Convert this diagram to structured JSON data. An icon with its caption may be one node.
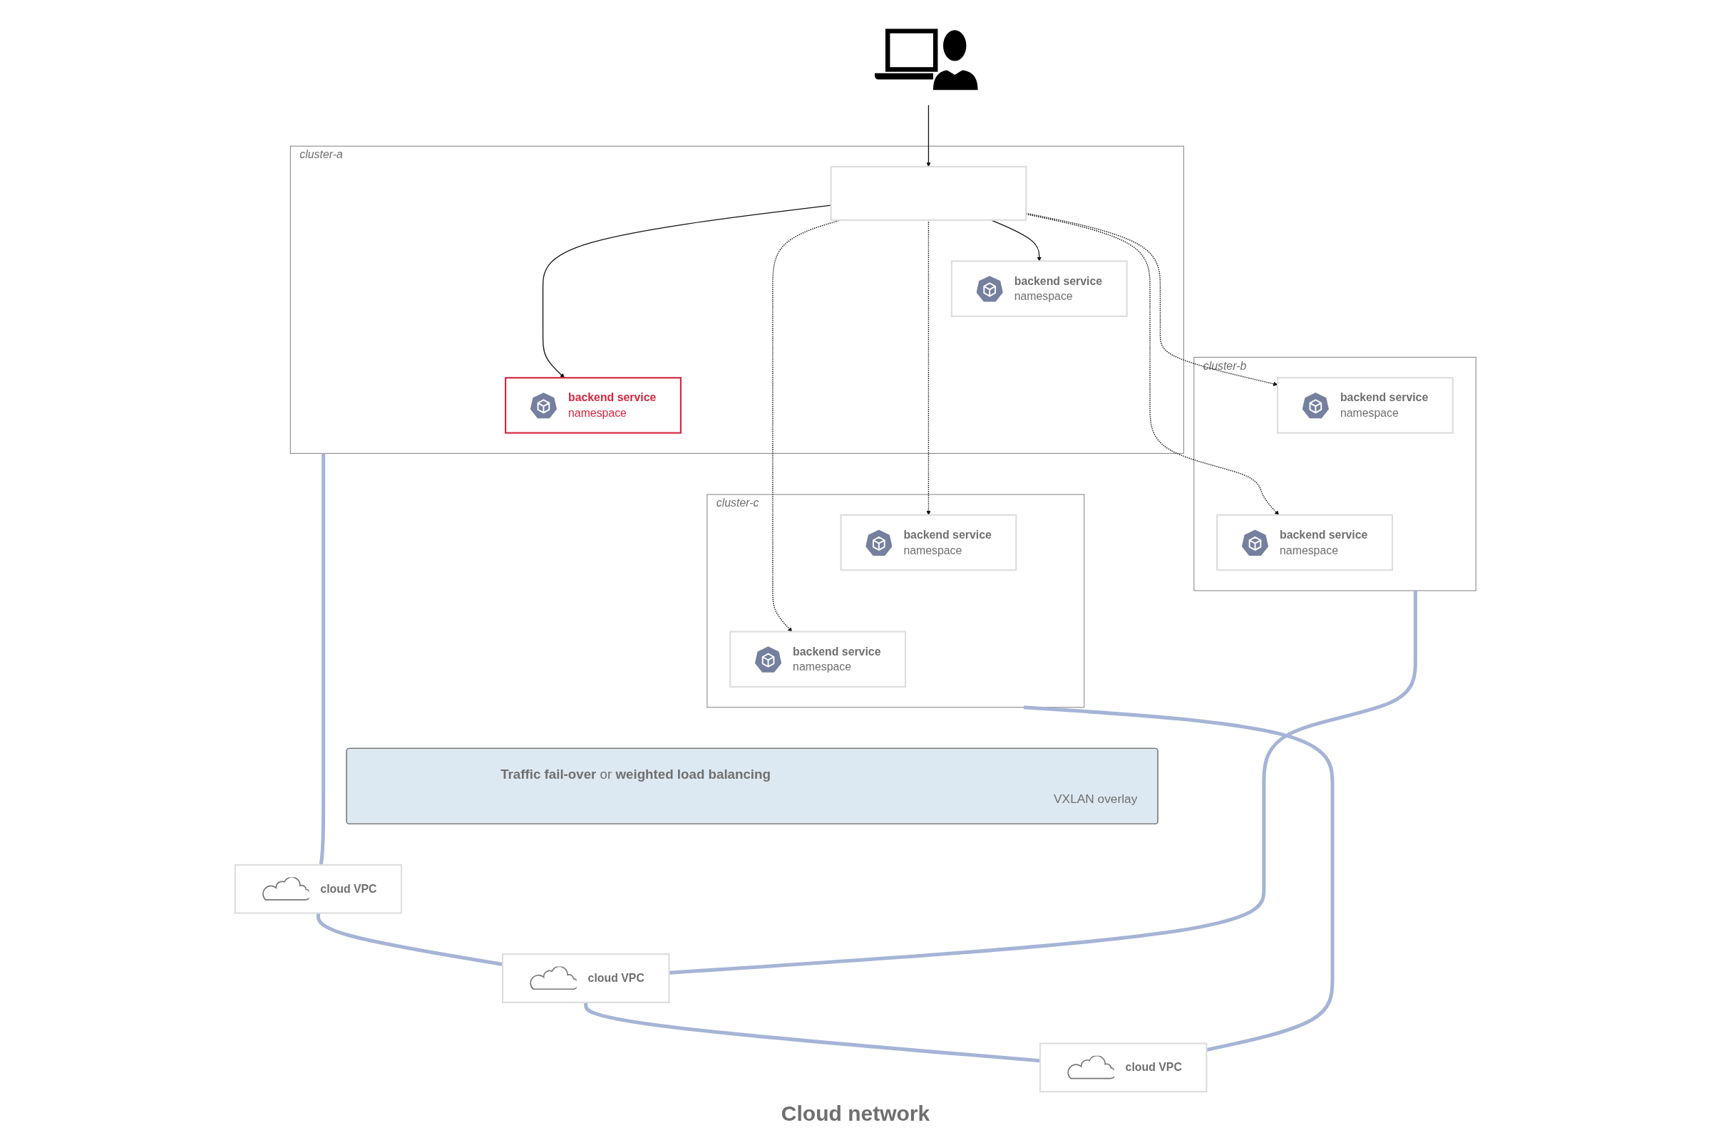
{
  "diagram": {
    "nodes": [
      {
        "text": [],
        "shape": "person"
      },
      {
        "text": [
          "cluster-a"
        ]
      },
      {
        "text": [],
        "shape": "box",
        "in": 1
      },
      {
        "text": [
          "backend service",
          "namespace"
        ],
        "in": 1
      },
      {
        "text": [
          "backend service",
          "namespace"
        ],
        "in": 1
      },
      {
        "text": [
          "cluster-b"
        ]
      },
      {
        "text": [
          "backend service",
          "namespace"
        ],
        "in": 5
      },
      {
        "text": [
          "backend service",
          "namespace"
        ],
        "in": 5
      },
      {
        "text": [
          "cluster-c"
        ]
      },
      {
        "text": [
          "backend service",
          "namespace"
        ],
        "in": 8
      },
      {
        "text": [
          "backend service",
          "namespace"
        ],
        "in": 8
      },
      {
        "text": [
          "**Traffic fail-over** or **weighted load balancing**",
          "VXLAN overlay"
        ]
      },
      {
        "text": [
          "cloud VPC"
        ]
      },
      {
        "text": [
          "cloud VPC"
        ]
      },
      {
        "text": [
          "cloud VPC"
        ]
      }
    ],
    "edges": [
      {
        "from": 0,
        "to": 2,
        "arrow": "to"
      },
      {
        "from": 2,
        "to": 4,
        "arrow": "to"
      },
      {
        "from": 2,
        "to": 3,
        "arrow": "to"
      },
      {
        "from": 2,
        "to": 6,
        "arrow": "to",
        "style": "dashed"
      },
      {
        "from": 2,
        "to": 7,
        "arrow": "to",
        "style": "dashed"
      },
      {
        "from": 2,
        "to": 9,
        "arrow": "to",
        "style": "dashed"
      },
      {
        "from": 2,
        "to": 10,
        "arrow": "to",
        "style": "dashed"
      },
      {
        "from": 1,
        "to": 12,
        "arrow": "none",
        "style": "thick",
        "color": "#a5b4d6"
      },
      {
        "from": 5,
        "to": 13,
        "arrow": "none",
        "style": "thick",
        "color": "#a5b4d6"
      },
      {
        "from": 8,
        "to": 14,
        "arrow": "none",
        "style": "thick",
        "color": "#a5b4d6"
      },
      {
        "from": 12,
        "to": 13,
        "arrow": "none",
        "style": "thick",
        "color": "#a5b4d6"
      },
      {
        "from": 13,
        "to": 14,
        "arrow": "none",
        "style": "thick",
        "color": "#a5b4d6"
      }
    ],
    "labels": [
      "Cloud network"
    ]
  }
}
